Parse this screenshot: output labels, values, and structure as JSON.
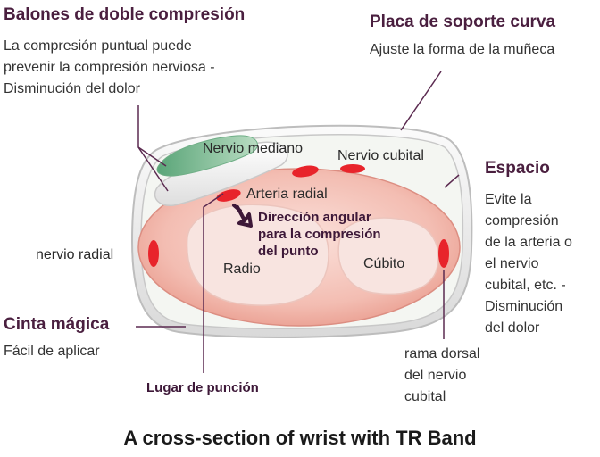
{
  "headings": {
    "balloons": "Balones de doble compresión",
    "plate": "Placa de soporte curva",
    "space": "Espacio",
    "magic_tape": "Cinta mágica"
  },
  "descriptions": {
    "balloons_line1": "La compresión puntual puede",
    "balloons_line2": "prevenir la compresión nerviosa -",
    "balloons_line3": "Disminución del dolor",
    "plate": "Ajuste la forma de la muñeca",
    "space_lines": [
      "Evite la",
      "compresión",
      "de la arteria o",
      "el nervio",
      "cubital, etc. -",
      "Disminución",
      "del dolor"
    ],
    "magic_tape": "Fácil de aplicar"
  },
  "labels": {
    "median_nerve": "Nervio mediano",
    "ulnar_nerve": "Nervio cubital",
    "radial_artery": "Arteria radial",
    "radial_nerve": "nervio radial",
    "radius": "Radio",
    "ulna": "Cúbito",
    "dorsal_branch_lines": [
      "rama dorsal",
      "del nervio",
      "cubital"
    ],
    "angular_direction_lines": [
      "Dirección angular",
      "para la compresión",
      "del punto"
    ],
    "puncture_site": "Lugar de punción"
  },
  "caption": "A cross-section of wrist with TR Band",
  "colors": {
    "heading": "#4a1f3f",
    "tissue": "#f2b8ae",
    "bone": "#f8e4e0",
    "vessel_red": "#e8242b",
    "median_balloon": "#7fbf95",
    "band_gray": "#dcdcdc"
  }
}
